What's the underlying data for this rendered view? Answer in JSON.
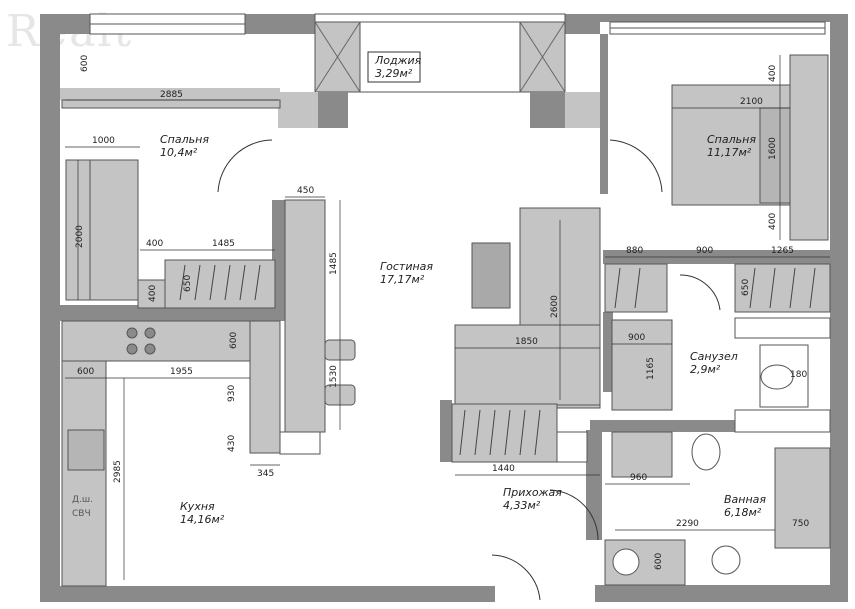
{
  "watermark": "Realt",
  "colors": {
    "wall": "#8a8a8a",
    "furniture": "#c4c4c4",
    "furnitureDark": "#a9a9a9",
    "line": "#333333",
    "floor": "#ffffff"
  },
  "rooms": {
    "loggia": {
      "name": "Лоджия",
      "area": "3,29м²"
    },
    "bedroom1": {
      "name": "Спальня",
      "area": "10,4м²"
    },
    "bedroom2": {
      "name": "Спальня",
      "area": "11,17м²"
    },
    "living": {
      "name": "Гостиная",
      "area": "17,17м²"
    },
    "kitchen": {
      "name": "Кухня",
      "area": "14,16м²"
    },
    "hall": {
      "name": "Прихожая",
      "area": "4,33м²"
    },
    "toilet": {
      "name": "Санузел",
      "area": "2,9м²"
    },
    "bathroom": {
      "name": "Ванная",
      "area": "6,18м²"
    }
  },
  "dims": {
    "d600a": "600",
    "d2885": "2885",
    "d1000": "1000",
    "d2000": "2000",
    "d400a": "400",
    "d1485a": "1485",
    "d400b": "400",
    "d650a": "650",
    "d450": "450",
    "d1485b": "1485",
    "d600b": "600",
    "d600c": "600",
    "d1955": "1955",
    "d930": "930",
    "d430": "430",
    "d345": "345",
    "d2985": "2985",
    "d1530": "1530",
    "d2600": "2600",
    "d1850": "1850",
    "d1440": "1440",
    "d400c": "400",
    "d2100": "2100",
    "d1600": "1600",
    "d400d": "400",
    "d880": "880",
    "d900a": "900",
    "d1265": "1265",
    "d650b": "650",
    "d900b": "900",
    "d1165": "1165",
    "d180": "180",
    "d960": "960",
    "d2290": "2290",
    "d750": "750",
    "d600d": "600"
  },
  "appliances": {
    "dishwasher": "Д.ш.",
    "microwave": "СВЧ"
  }
}
